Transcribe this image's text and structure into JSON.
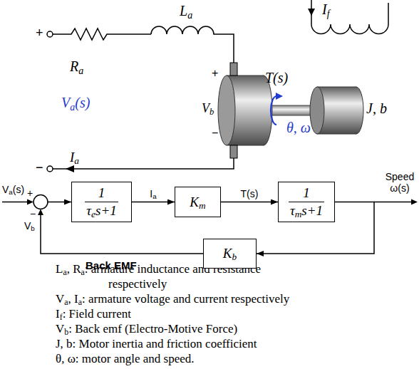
{
  "diagram": {
    "nodes": [
      {
        "text": [
          "1",
          "τes+1"
        ]
      },
      {
        "text": [
          "Km"
        ]
      },
      {
        "text": [
          "1",
          "τms+1"
        ]
      },
      {
        "text": [
          "Kb"
        ]
      }
    ],
    "edges": [
      {
        "from": 0,
        "to": 1,
        "arrow": "to",
        "label": "Ia"
      },
      {
        "from": 1,
        "to": 2,
        "arrow": "to",
        "label": "T(s)"
      },
      {
        "from": 2,
        "to": 3,
        "arrow": "to"
      },
      {
        "from": 3,
        "to": 0,
        "arrow": "to"
      }
    ],
    "labels": [
      "+",
      "Ra",
      "La",
      "If",
      "Va(s)",
      "+",
      "Vb",
      "−",
      "T(s)",
      "θ, ω",
      "J, b",
      "Ia",
      "−",
      "Va(s)",
      "+",
      "−",
      "Vb",
      "Speed ω(s)",
      "Back EMF",
      "La, Ra: armature inductance and resistance respectively",
      "Va, Ia: armature voltage and current respectively",
      "If: Field current",
      "Vb: Back emf (Electro-Motive Force)",
      "J, b: Motor inertia and friction coefficient",
      "θ, ω: motor angle and speed."
    ]
  }
}
